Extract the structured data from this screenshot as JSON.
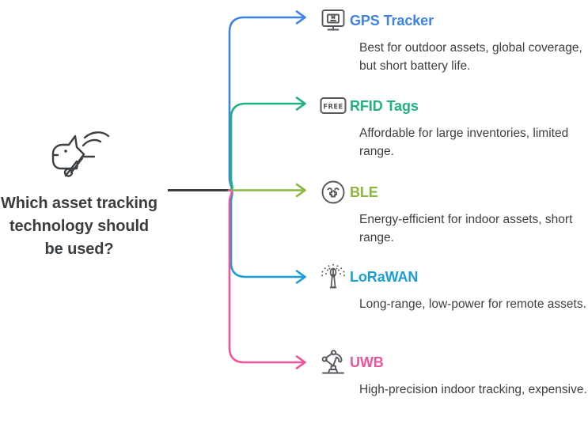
{
  "diagram": {
    "type": "mindmap-horizontal",
    "background": "#ffffff",
    "root": {
      "icon": "dog-tracker-icon",
      "label": "Which asset tracking technology should be used?",
      "label_color": "#3b3e41",
      "stem_color": "#3c4043"
    },
    "branches": [
      {
        "icon": "monitor-package-icon",
        "title": "GPS Tracker",
        "title_color": "#3c82e8",
        "line_color": "#3c82e8",
        "description": "Best for outdoor assets, global coverage, but short battery life."
      },
      {
        "icon": "free-tag-icon",
        "title": "RFID Tags",
        "title_color": "#20b37e",
        "line_color": "#20b37e",
        "description": "Affordable for large inventories, limited range."
      },
      {
        "icon": "dizzy-face-icon",
        "title": "BLE",
        "title_color": "#8cb63c",
        "line_color": "#8cb63c",
        "description": "Energy-efficient for indoor assets, short range."
      },
      {
        "icon": "antenna-tower-icon",
        "title": "LoRaWAN",
        "title_color": "#1a9ed9",
        "line_color": "#1a9ed9",
        "description": "Long-range, low-power for remote assets."
      },
      {
        "icon": "robot-arm-icon",
        "title": "UWB",
        "title_color": "#f2529a",
        "line_color": "#f2529a",
        "description": "High-precision indoor tracking, expensive."
      }
    ]
  }
}
